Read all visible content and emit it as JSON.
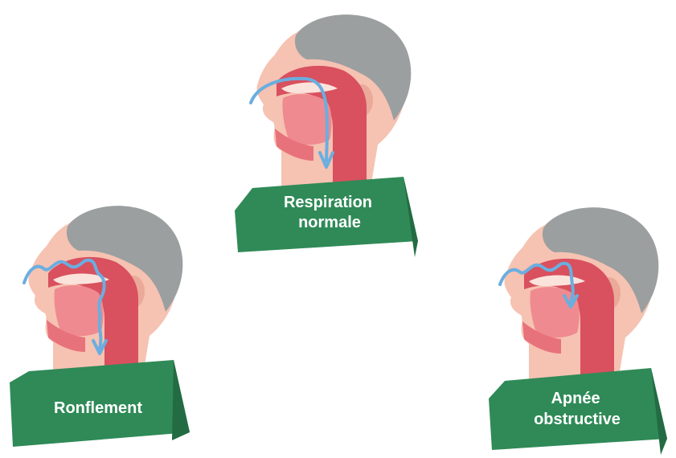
{
  "panels": [
    {
      "id": "normal",
      "label_lines": [
        "Respiration",
        "normale"
      ]
    },
    {
      "id": "snoring",
      "label_lines": [
        "Ronflement"
      ]
    },
    {
      "id": "apnea",
      "label_lines": [
        "Apnée",
        "obstructive"
      ]
    }
  ],
  "colors": {
    "hair": "#9b9fa0",
    "skin": "#f6c2b2",
    "skin_shadow": "#eaa999",
    "airway": "#d9505e",
    "tissue": "#e8727b",
    "tongue": "#ef8a90",
    "palate": "#fbe3dc",
    "airflow": "#6aaee0",
    "banner": "#2f8a57",
    "banner_dark": "#236b43",
    "banner_text": "#ffffff"
  },
  "icons": {
    "airflow": "curved-arrow-icon"
  }
}
